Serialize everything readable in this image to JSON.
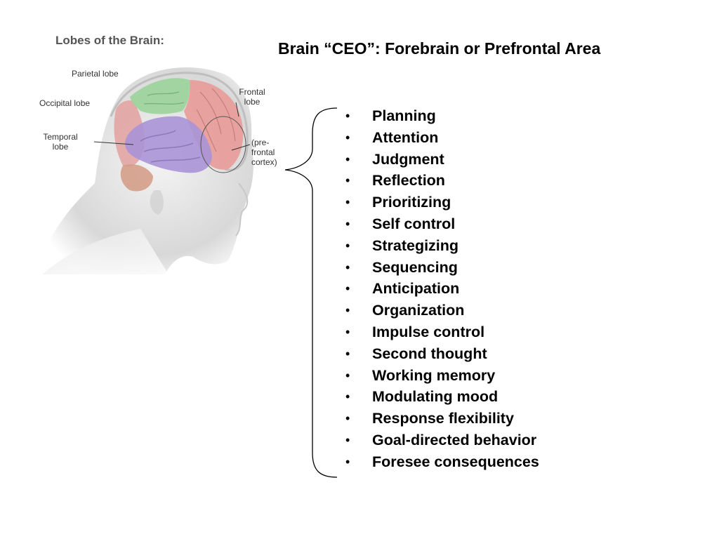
{
  "slide": {
    "title": "Brain “CEO”: Forebrain or Prefrontal Area"
  },
  "figure": {
    "title": "Lobes of the Brain:",
    "labels": {
      "parietal": "Parietal lobe",
      "occipital": "Occipital lobe",
      "frontal_line1": "Frontal",
      "frontal_line2": "lobe",
      "temporal_line1": "Temporal",
      "temporal_line2": "lobe",
      "prefrontal_line1": "(pre-",
      "prefrontal_line2": "frontal",
      "prefrontal_line3": "cortex)"
    },
    "colors": {
      "parietal": "#9ad39a",
      "frontal": "#e89a98",
      "temporal": "#a893d6",
      "occipital": "#e3a0a0",
      "cerebellum": "#d49a84",
      "skin": "#dcdcdc"
    }
  },
  "functions": {
    "bullet": "•",
    "items": [
      "Planning",
      "Attention",
      "Judgment",
      "Reflection",
      "Prioritizing",
      "Self control",
      "Strategizing",
      "Sequencing",
      "Anticipation",
      "Organization",
      "Impulse control",
      "Second thought",
      "Working memory",
      "Modulating mood",
      "Response flexibility",
      "Goal-directed behavior",
      "Foresee consequences"
    ]
  }
}
